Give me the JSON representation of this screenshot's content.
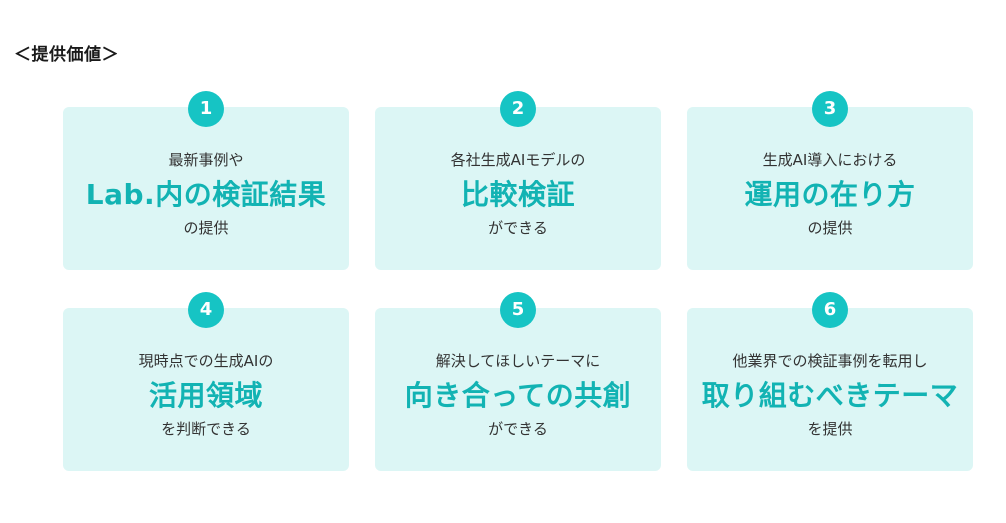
{
  "section": {
    "title": "＜提供価値＞"
  },
  "cards": [
    {
      "number": "1",
      "pre": "最新事例や",
      "main": "Lab.内の検証結果",
      "post": "の提供"
    },
    {
      "number": "2",
      "pre": "各社生成AIモデルの",
      "main": "比較検証",
      "post": "ができる"
    },
    {
      "number": "3",
      "pre": "生成AI導入における",
      "main": "運用の在り方",
      "post": "の提供"
    },
    {
      "number": "4",
      "pre": "現時点での生成AIの",
      "main": "活用領域",
      "post": "を判断できる"
    },
    {
      "number": "5",
      "pre": "解決してほしいテーマに",
      "main": "向き合っての共創",
      "post": "ができる"
    },
    {
      "number": "6",
      "pre": "他業界での検証事例を転用し",
      "main": "取り組むべきテーマ",
      "post": "を提供"
    }
  ],
  "colors": {
    "card_background": "#dcf6f5",
    "accent": "#12b3b3",
    "badge": "#16c4c4"
  }
}
